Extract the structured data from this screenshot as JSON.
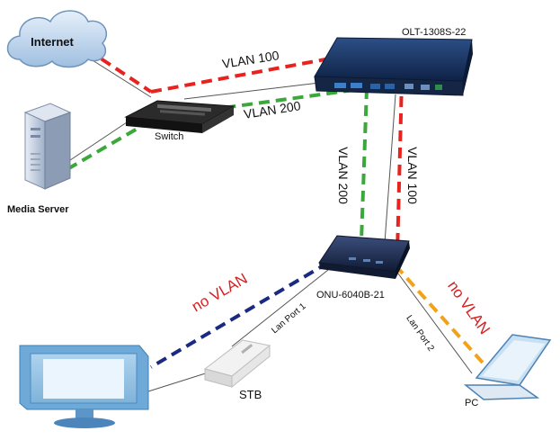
{
  "nodes": {
    "internet": "Internet",
    "switch": "Switch",
    "media_server": "Media Server",
    "olt": "OLT-1308S-22",
    "onu": "ONU-6040B-21",
    "stb": "STB",
    "pc": "PC"
  },
  "links": {
    "vlan100_top": "VLAN 100",
    "vlan200_top": "VLAN 200",
    "vlan200_vertical": "VLAN 200",
    "vlan100_vertical": "VLAN 100",
    "no_vlan_left": "no VLAN",
    "no_vlan_right": "no VLAN",
    "lan_port_1": "Lan Port 1",
    "lan_port_2": "Lan Port 2"
  },
  "colors": {
    "vlan100": "#e8231f",
    "vlan200": "#3aa83a",
    "no_vlan_stb": "#1a2a80",
    "no_vlan_pc": "#f2a11a",
    "cable": "#555555",
    "no_vlan_text": "#d61f1f"
  }
}
